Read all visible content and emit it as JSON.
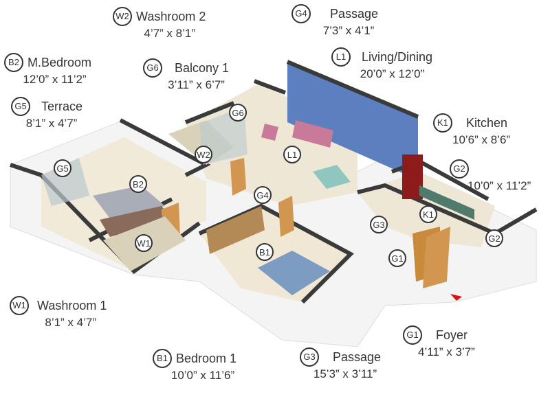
{
  "legend": [
    {
      "code": "W2",
      "name": "Washroom 2",
      "dims": "4’7” x 8’1”"
    },
    {
      "code": "G4",
      "name": "Passage",
      "dims": "7’3” x 4’1”"
    },
    {
      "code": "B2",
      "name": "M.Bedroom",
      "dims": "12’0” x 11’2”"
    },
    {
      "code": "G6",
      "name": "Balcony 1",
      "dims": "3’11” x 6’7”"
    },
    {
      "code": "L1",
      "name": "Living/Dining",
      "dims": "20’0” x 12’0”"
    },
    {
      "code": "G5",
      "name": "Terrace",
      "dims": "8’1” x 4’7”"
    },
    {
      "code": "K1",
      "name": "Kitchen",
      "dims": "10’6” x 8’6”"
    },
    {
      "code": "G2",
      "name": "",
      "dims": "10’0” x 11’2”"
    },
    {
      "code": "W1",
      "name": "Washroom 1",
      "dims": "8’1” x 4’7”"
    },
    {
      "code": "G1",
      "name": "Foyer",
      "dims": "4’11” x 3’7”"
    },
    {
      "code": "B1",
      "name": "Bedroom 1",
      "dims": "10’0” x 11’6”"
    },
    {
      "code": "G3",
      "name": "Passage",
      "dims": "15’3” x 3’11”"
    }
  ],
  "markers": [
    "G6",
    "W2",
    "L1",
    "G5",
    "B2",
    "G4",
    "G3",
    "K1",
    "G2",
    "W1",
    "B1",
    "G1"
  ],
  "colors": {
    "accent_wall": "#5b7fbf",
    "wall": "#3a3a3a",
    "floor": "#f1ead8",
    "wood": "#c98a3c",
    "fridge": "#8e1b1b",
    "entry_arrow": "#e01010"
  }
}
